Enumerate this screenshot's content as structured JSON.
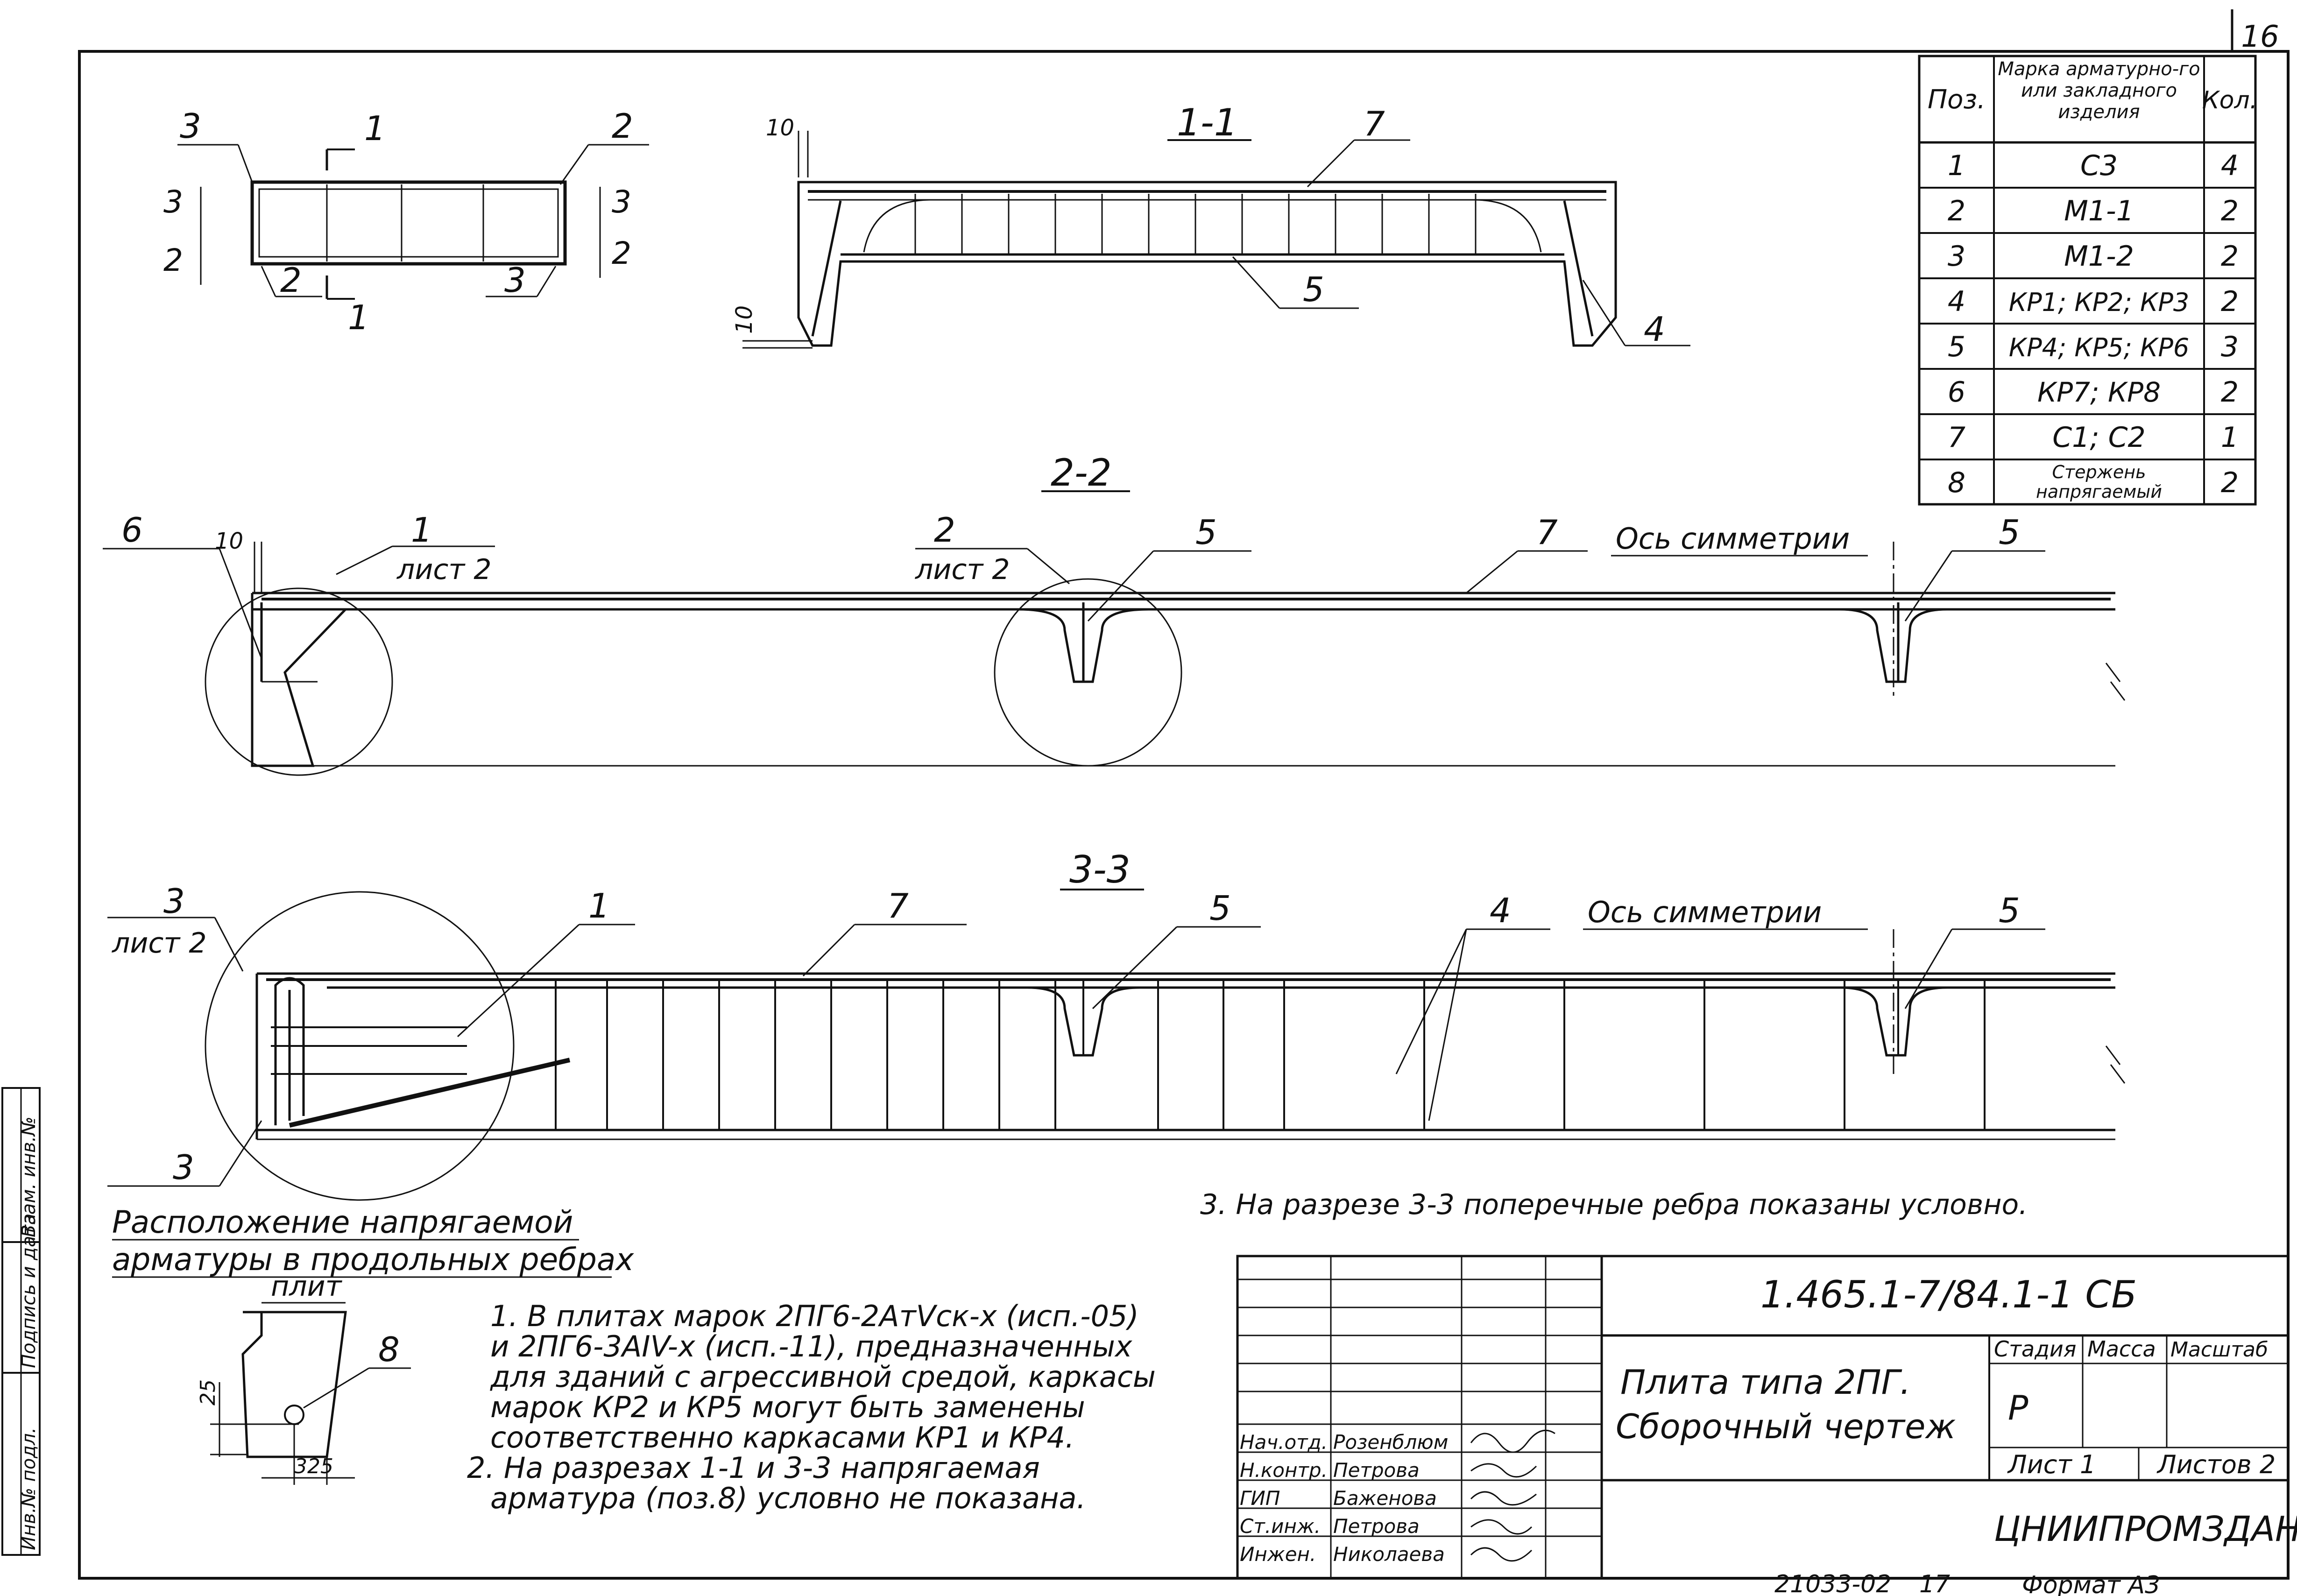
{
  "sheet": {
    "page_number": "16",
    "doc_code": "1.465.1-7/84.1-1 СБ",
    "title_line1": "Плита типа 2ПГ.",
    "title_line2": "Сборочный чертеж",
    "stage_header": "Стадия",
    "mass_header": "Масса",
    "scale_header": "Масштаб",
    "stage_value": "Р",
    "sheet_label": "Лист 1",
    "sheets_label": "Листов 2",
    "organization": "ЦНИИПРОМЗДАНИЙ",
    "inventory_number": "21033-02",
    "inventory_suffix": "17",
    "format_label": "Формат А3",
    "staff": [
      {
        "role": "Нач.отд.",
        "name": "Розенблюм"
      },
      {
        "role": "Н.контр.",
        "name": "Петрова"
      },
      {
        "role": "ГИП",
        "name": "Баженова"
      },
      {
        "role": "Ст.инж.",
        "name": "Петрова"
      },
      {
        "role": "Инжен.",
        "name": "Николаева"
      }
    ],
    "side_stamp": [
      "Инв.№ подл.",
      "Подпись и дата",
      "Взам. инв.№"
    ]
  },
  "spec_table": {
    "headers": [
      "Поз.",
      "Марка арматурно-го или закладного изделия",
      "Кол."
    ],
    "rows": [
      [
        "1",
        "С3",
        "4"
      ],
      [
        "2",
        "М1-1",
        "2"
      ],
      [
        "3",
        "М1-2",
        "2"
      ],
      [
        "4",
        "КР1; КР2; КР3",
        "2"
      ],
      [
        "5",
        "КР4; КР5; КР6",
        "3"
      ],
      [
        "6",
        "КР7; КР8",
        "2"
      ],
      [
        "7",
        "С1; С2",
        "1"
      ],
      [
        "8",
        "Стержень напрягаемый",
        "2"
      ]
    ]
  },
  "views": {
    "plan": {
      "labels": [
        "3",
        "1",
        "2",
        "3",
        "3",
        "2",
        "2",
        "2",
        "1",
        "3"
      ]
    },
    "section_1_1": {
      "title": "1-1",
      "labels": [
        "7",
        "5",
        "4"
      ],
      "dims": [
        "10",
        "10"
      ]
    },
    "section_2_2": {
      "title": "2-2",
      "callout_1": "1",
      "callout_1_sheet": "лист 2",
      "callout_2": "2",
      "callout_2_sheet": "лист 2",
      "labels": [
        "6",
        "5",
        "7",
        "5"
      ],
      "dim": "10",
      "axis": "Ось симметрии"
    },
    "section_3_3": {
      "title": "3-3",
      "callout": "3",
      "callout_sheet": "лист 2",
      "labels": [
        "1",
        "7",
        "5",
        "4",
        "5",
        "3"
      ],
      "axis": "Ось симметрии",
      "note": "3. На разрезе 3-3 поперечные ребра показаны условно."
    },
    "detail": {
      "title_line1": "Расположение напрягаемой",
      "title_line2": "арматуры в продольных ребрах",
      "title_line3": "плит",
      "label": "8",
      "dim_v": "25",
      "dim_h": "325"
    }
  },
  "notes": [
    "1. В плитах марок 2ПГ6-2АтVск-х (исп.-05)",
    "и 2ПГ6-3АIV-х (исп.-11), предназначенных",
    "для зданий с агрессивной средой, каркасы",
    "марок КР2 и КР5 могут быть заменены",
    "соответственно каркасами КР1 и КР4.",
    "2. На разрезах 1-1 и 3-3 напрягаемая",
    "арматура (поз.8) условно не показана."
  ]
}
